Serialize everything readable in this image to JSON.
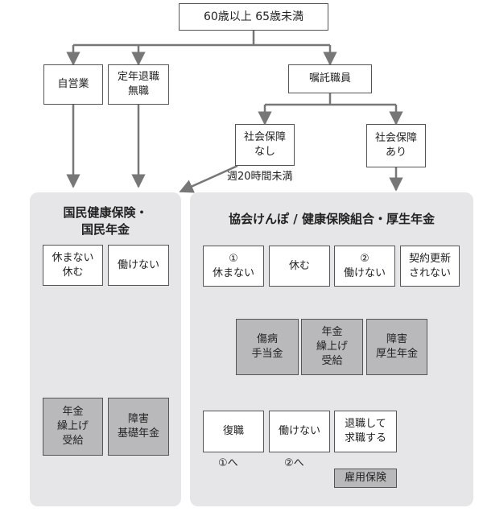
{
  "diagram": {
    "root": "60歳以上 65歳未満",
    "self_employed": "自営業",
    "retired": "定年退職\n無職",
    "contract": "嘱託職員",
    "no_insurance": "社会保障\nなし",
    "with_insurance": "社会保障\nあり",
    "under_20h": "週20時間未満",
    "left_panel": {
      "title": "国民健康保険・\n国民年金",
      "work_ok": "休まない\n休む",
      "cannot_work": "働けない",
      "early_pension": "年金\n繰上げ\n受給",
      "disability_basic": "障害\n基礎年金"
    },
    "right_panel": {
      "title": "協会けんぽ / 健康保険組合・厚生年金",
      "no_leave": "①\n休まない",
      "leave": "休む",
      "cannot_work": "②\n働けない",
      "no_renewal": "契約更新\nされない",
      "sickness_allowance": "傷病\n手当金",
      "early_pension": "年金\n繰上げ\n受給",
      "disability_employee": "障害\n厚生年金",
      "return_work": "復職",
      "cannot_work2": "働けない",
      "retire_seek": "退職して\n求職する",
      "unemployment_insurance": "雇用保険",
      "to_1": "①へ",
      "to_2": "②へ"
    }
  }
}
